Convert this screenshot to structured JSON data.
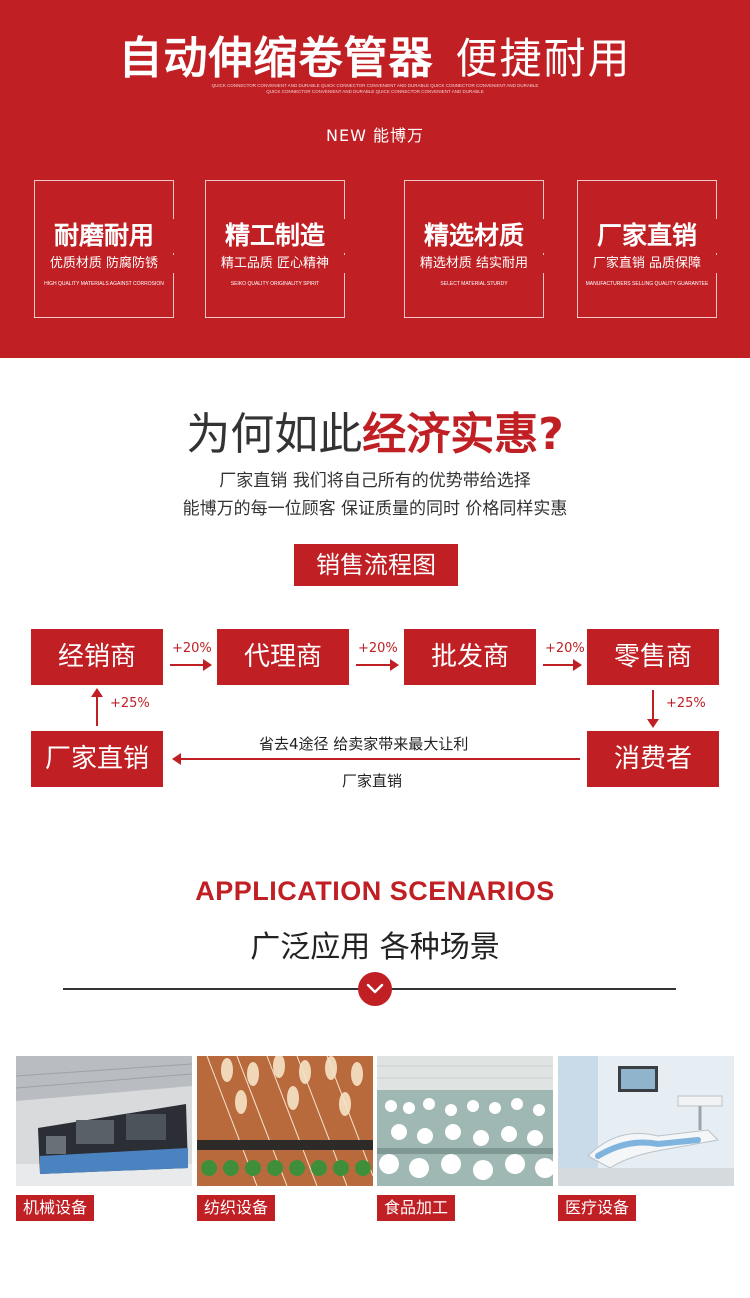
{
  "banner": {
    "title_bold": "自动伸缩卷管器",
    "title_light": "便捷耐用",
    "tiny_line1": "QUICK CONNECTOR CONVENIENT AND DURABLE QUICK CONNECTOR CONVENIENT AND DURABLE QUICK CONNECTOR CONVENIENT AND DURABLE",
    "tiny_line2": "QUICK CONNECTOR CONVENIENT AND DURABLE QUICK CONNECTOR CONVENIENT AND DURABLE",
    "brand": "NEW 能博万",
    "features": [
      {
        "title": "耐磨耐用",
        "subtitle": "优质材质 防腐防锈",
        "en": "HIGH QUALITY MATERIALS AGAINST CORROSION"
      },
      {
        "title": "精工制造",
        "subtitle": "精工品质 匠心精神",
        "en": "SEIKO QUALITY ORIGINALITY SPIRIT"
      },
      {
        "title": "精选材质",
        "subtitle": "精选材质 结实耐用",
        "en": "SELECT MATERIAL STURDY"
      },
      {
        "title": "厂家直销",
        "subtitle": "厂家直销 品质保障",
        "en": "MANUFACTURERS SELLING QUALITY GUARANTEE"
      }
    ]
  },
  "why": {
    "title_dark": "为何如此",
    "title_red": "经济实惠?",
    "line1": "厂家直销 我们将自己所有的优势带给选择",
    "line2": "能博万的每一位顾客 保证质量的同时 价格同样实惠"
  },
  "flow": {
    "label": "销售流程图",
    "nodes": {
      "distributor": "经销商",
      "agent": "代理商",
      "wholesaler": "批发商",
      "retailer": "零售商",
      "factory": "厂家直销",
      "consumer": "消费者"
    },
    "markups": {
      "distributor_to_agent": "+20%",
      "agent_to_wholesaler": "+20%",
      "wholesaler_to_retailer": "+20%",
      "factory_to_distributor": "+25%",
      "retailer_to_consumer": "+25%"
    },
    "direct_note_top": "省去4途径 给卖家带来最大让利",
    "direct_note_bottom": "厂家直销"
  },
  "application": {
    "title_en": "APPLICATION SCENARIOS",
    "title_cn": "广泛应用 各种场景",
    "scenes": [
      {
        "label": "机械设备",
        "icon": "machinery-image"
      },
      {
        "label": "纺织设备",
        "icon": "textile-image"
      },
      {
        "label": "食品加工",
        "icon": "food-processing-image"
      },
      {
        "label": "医疗设备",
        "icon": "medical-image"
      }
    ]
  },
  "colors": {
    "brand_red": "#c01f24",
    "white": "#ffffff",
    "text_dark": "#222222"
  }
}
